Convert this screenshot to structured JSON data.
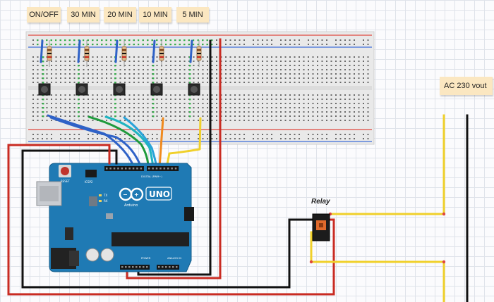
{
  "labels": {
    "buttons": [
      "ON/OFF",
      "30 MIN",
      "20 MIN",
      "10 MIN",
      "5 MIN"
    ],
    "ac_supply": "AC 230 vout",
    "relay": "Relay"
  },
  "board": {
    "logo_text": "Arduino",
    "model": "UNO",
    "reset": "RESET",
    "icsp": "ICSP2",
    "tx": "TX",
    "rx": "RX",
    "digital_label": "DIGITAL (PWM~)",
    "power_label": "POWER",
    "analog_label": "ANALOG IN"
  },
  "colors": {
    "breadboard": "#e9e9e9",
    "rail_red": "#e0473f",
    "rail_blue": "#3e6fd9",
    "board": "#1f7ab4",
    "wire_black": "#111111",
    "wire_red": "#c92b22",
    "wire_yellow": "#f0d02a",
    "wire_blue": "#2f62c7",
    "wire_green": "#1f9a3c",
    "wire_teal": "#20b4c0",
    "wire_cyan": "#2aa3d9",
    "wire_orange": "#f08a1e",
    "note_bg": "#fbe7c1"
  }
}
